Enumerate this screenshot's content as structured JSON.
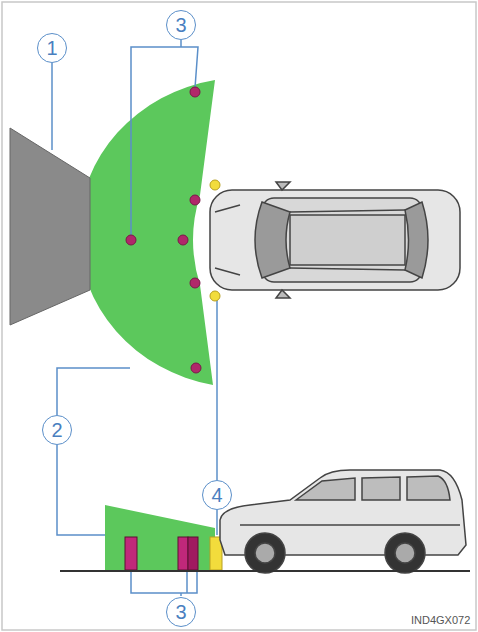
{
  "diagram": {
    "labels": [
      "3",
      "1",
      "2",
      "4",
      "3",
      "IND4GX072"
    ]
  }
}
